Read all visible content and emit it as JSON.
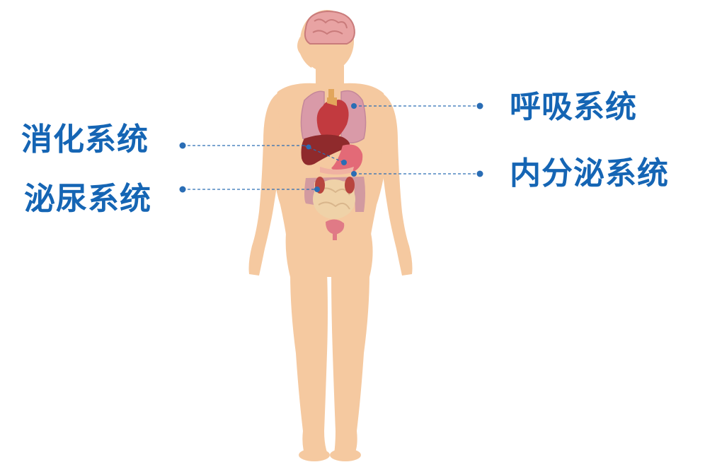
{
  "labels": {
    "digestive": "消化系统",
    "urinary": "泌尿系统",
    "respiratory": "呼吸系统",
    "endocrine": "内分泌系统"
  },
  "colors": {
    "label_text": "#1565b4",
    "leader_line": "#2a6db5",
    "skin": "#f5c9a0",
    "brain": "#e8a3a3",
    "lungs": "#d99aa8",
    "heart": "#c23a3f",
    "liver": "#8f2a2c",
    "stomach": "#e36a77",
    "intestine": "#efd2a8",
    "bladder": "#e07a86"
  },
  "icons": {
    "body": "human-body-silhouette",
    "brain": "brain-icon",
    "lungs": "lungs-icon",
    "heart": "heart-icon",
    "liver": "liver-icon",
    "stomach": "stomach-icon",
    "kidneys": "kidneys-icon",
    "intestines": "intestines-icon",
    "bladder": "bladder-icon"
  }
}
